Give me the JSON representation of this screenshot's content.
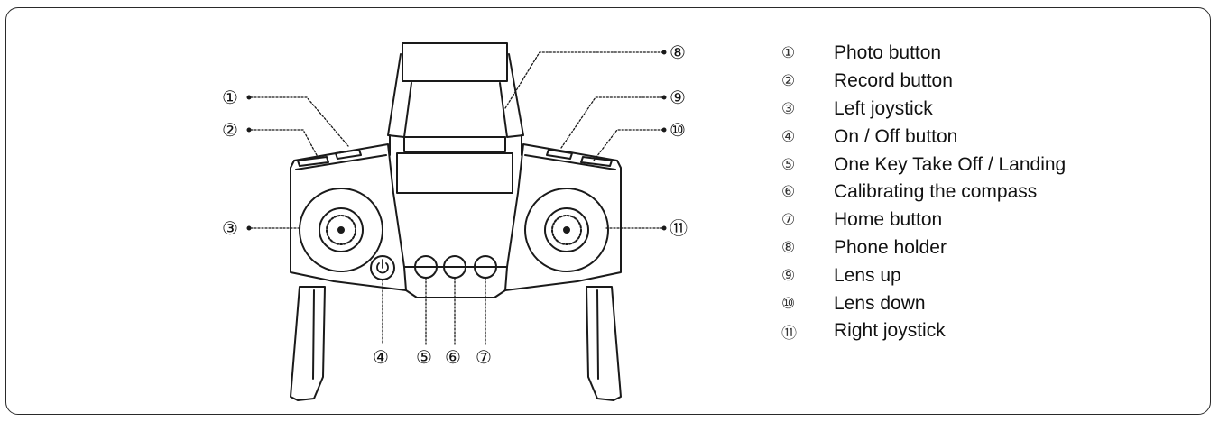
{
  "diagram": {
    "callouts": {
      "c1": "①",
      "c2": "②",
      "c3": "③",
      "c4": "④",
      "c5": "⑤",
      "c6": "⑥",
      "c7": "⑦",
      "c8": "⑧",
      "c9": "⑨",
      "c10": "⑩",
      "c11": "⑪"
    },
    "power_icon": "power-icon"
  },
  "legend": {
    "items": [
      {
        "num": "①",
        "label": "Photo button"
      },
      {
        "num": "②",
        "label": "Record button"
      },
      {
        "num": "③",
        "label": "Left joystick"
      },
      {
        "num": "④",
        "label": "On / Off button"
      },
      {
        "num": "⑤",
        "label": "One Key Take Off / Landing"
      },
      {
        "num": "⑥",
        "label": "Calibrating the compass"
      },
      {
        "num": "⑦",
        "label": "Home button"
      },
      {
        "num": "⑧",
        "label": "Phone holder"
      },
      {
        "num": "⑨",
        "label": "Lens up"
      },
      {
        "num": "⑩",
        "label": "Lens down"
      },
      {
        "num": "⑪",
        "label": "Right joystick"
      }
    ]
  },
  "colors": {
    "line": "#1a1a1a",
    "border": "#2a2a2a",
    "background": "#ffffff"
  }
}
